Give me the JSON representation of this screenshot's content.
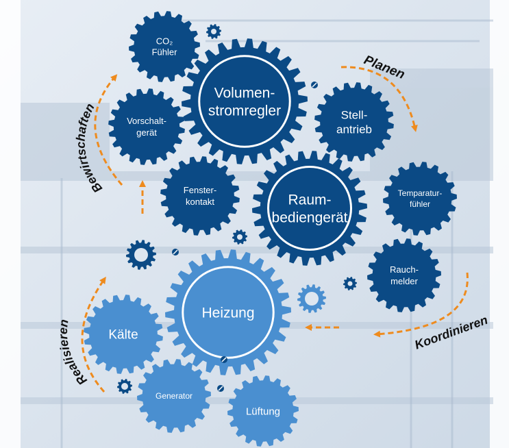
{
  "colors": {
    "dark_gear": "#0b4a85",
    "light_gear": "#4a8fd0",
    "arrow": "#ee8b1e",
    "background": "#dde6f0"
  },
  "gears": {
    "co2": {
      "lines": [
        "CO₂",
        "Fühler"
      ]
    },
    "volumenstromregler": {
      "lines": [
        "Volumen-",
        "stromregler"
      ]
    },
    "stellantrieb": {
      "lines": [
        "Stell-",
        "antrieb"
      ]
    },
    "vorschaltgeraet": {
      "lines": [
        "Vorschalt-",
        "gerät"
      ]
    },
    "fensterkontakt": {
      "lines": [
        "Fenster-",
        "kontakt"
      ]
    },
    "raumbediengeraet": {
      "lines": [
        "Raum-",
        "bediengerät"
      ]
    },
    "temperaturfuehler": {
      "lines": [
        "Temparatur-",
        "fühler"
      ]
    },
    "rauchmelder": {
      "lines": [
        "Rauch-",
        "melder"
      ]
    },
    "heizung": {
      "lines": [
        "Heizung"
      ]
    },
    "kaelte": {
      "lines": [
        "Kälte"
      ]
    },
    "generator": {
      "lines": [
        "Generator"
      ]
    },
    "lueftung": {
      "lines": [
        "Lüftung"
      ]
    }
  },
  "cycle_labels": {
    "planen": "Planen",
    "bewirtschaften": "Bewirtschaften",
    "koordinieren": "Koordinieren",
    "realisieren": "Realisieren"
  }
}
